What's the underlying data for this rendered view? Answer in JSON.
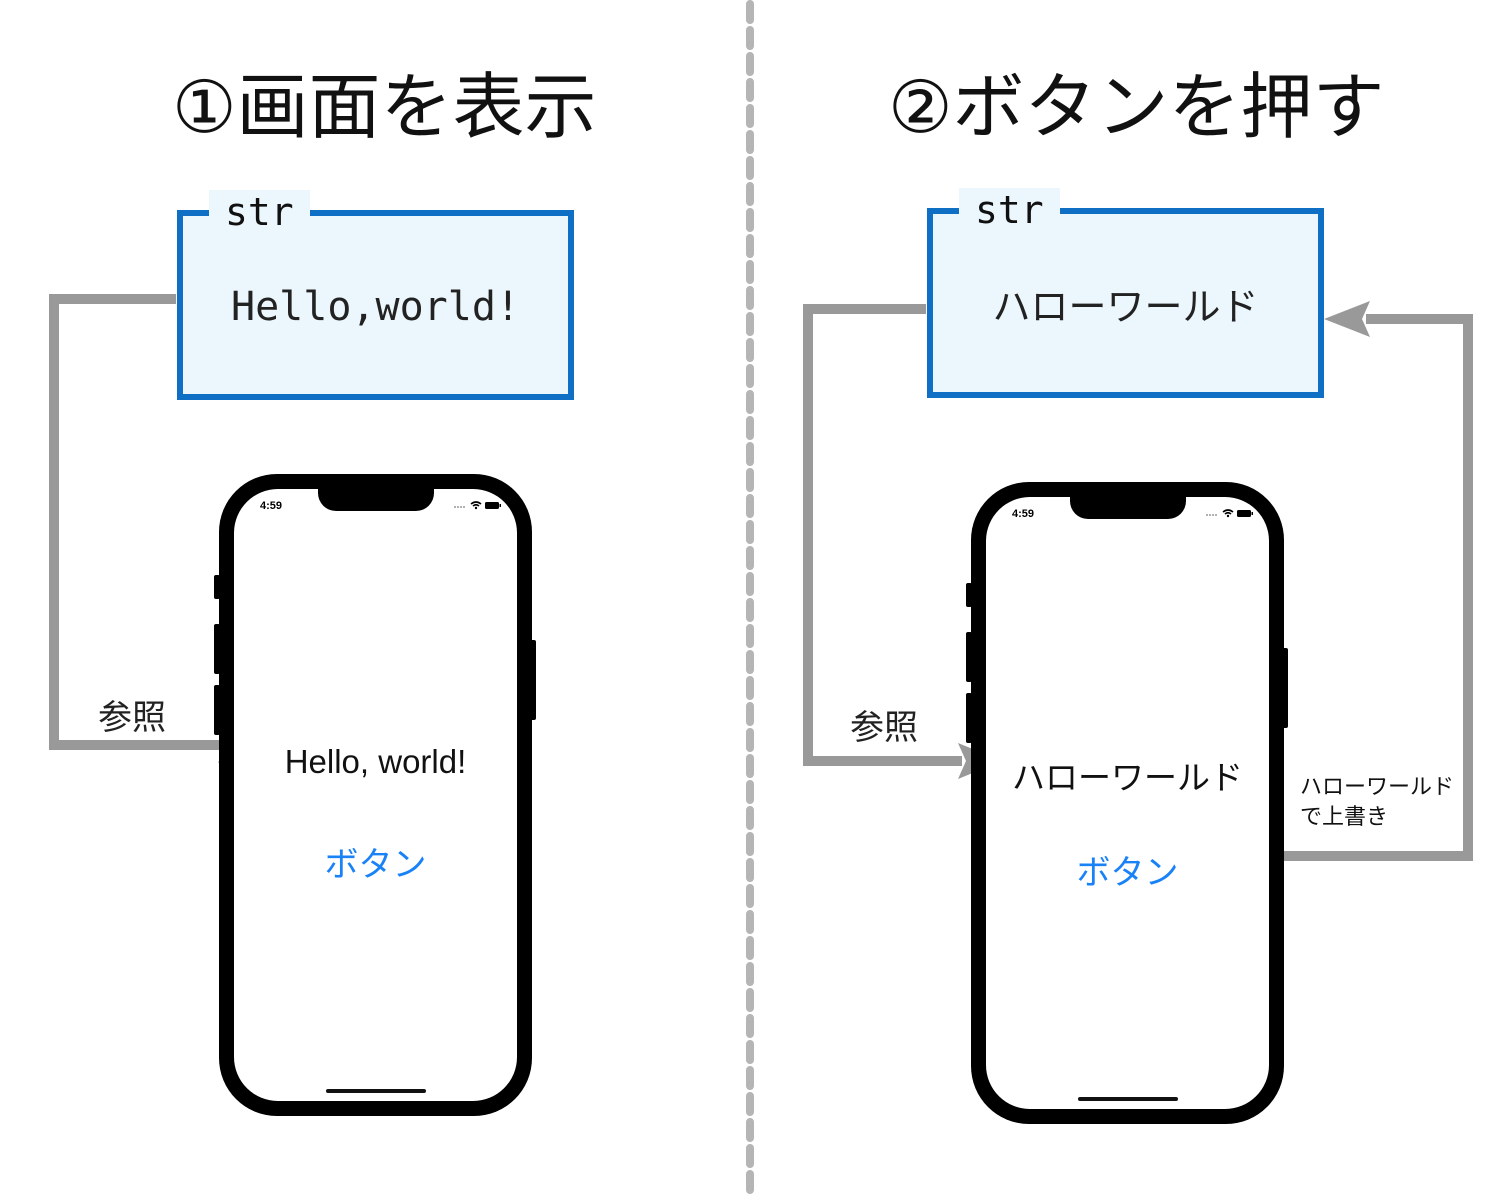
{
  "divider": {
    "color": "#b5b5b5"
  },
  "panels": [
    {
      "title": "①画面を表示",
      "variable": {
        "name": "str",
        "value": "Hello,world!"
      },
      "phone": {
        "time": "4:59",
        "label_text": "Hello, world!",
        "button_text": "ボタン"
      },
      "ref_label": "参照"
    },
    {
      "title": "②ボタンを押す",
      "variable": {
        "name": "str",
        "value": "ハローワールド"
      },
      "phone": {
        "time": "4:59",
        "label_text": "ハローワールド",
        "button_text": "ボタン"
      },
      "ref_label": "参照",
      "overwrite_label_line1": "ハローワールド",
      "overwrite_label_line2": "で上書き"
    }
  ],
  "colors": {
    "box_border": "#0f6fc5",
    "box_fill": "#ebf7fd",
    "arrow": "#999999",
    "button_text": "#1a82f7"
  }
}
